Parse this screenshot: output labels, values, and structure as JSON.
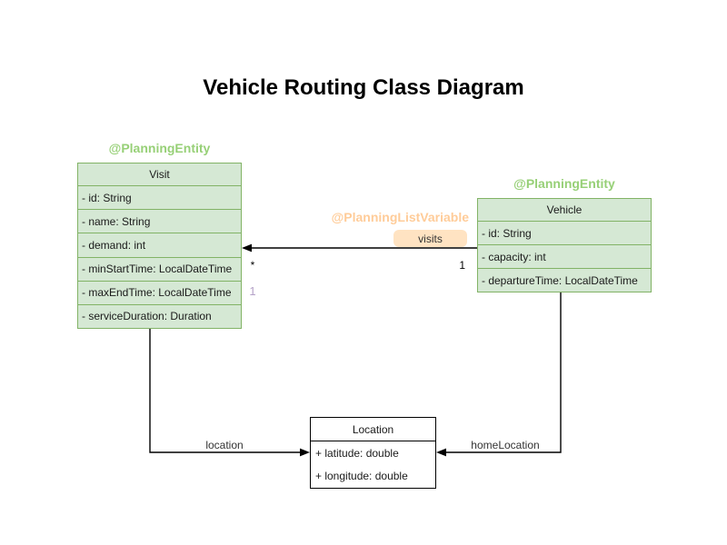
{
  "diagram": {
    "title": "Vehicle Routing Class Diagram"
  },
  "classes": {
    "visit": {
      "stereotype": "@PlanningEntity",
      "name": "Visit",
      "attributes": [
        "- id: String",
        "- name: String",
        "- demand: int",
        "- minStartTime: LocalDateTime",
        "- maxEndTime: LocalDateTime",
        "- serviceDuration: Duration"
      ]
    },
    "vehicle": {
      "stereotype": "@PlanningEntity",
      "name": "Vehicle",
      "attributes": [
        "- id: String",
        "- capacity: int",
        "- departureTime: LocalDateTime"
      ]
    },
    "location": {
      "name": "Location",
      "attributes": [
        "+ latitude: double",
        "+ longitude: double"
      ]
    }
  },
  "edges": {
    "visits": {
      "annotation": "@PlanningListVariable",
      "label": "visits",
      "target_multiplicity": "*",
      "source_multiplicity": "1",
      "secondary_marker": "1"
    },
    "location": {
      "label": "location"
    },
    "home_location": {
      "label": "homeLocation"
    }
  },
  "colors": {
    "class_fill_green": "#d5e8d4",
    "class_stroke_green": "#82b366",
    "stereotype_green": "#97d077",
    "annotation_orange": "#ffcc99",
    "label_pill_peach": "#ffe3c2",
    "secondary_marker_purple": "#b5a2c8",
    "line_black": "#000000",
    "background": "#ffffff"
  }
}
